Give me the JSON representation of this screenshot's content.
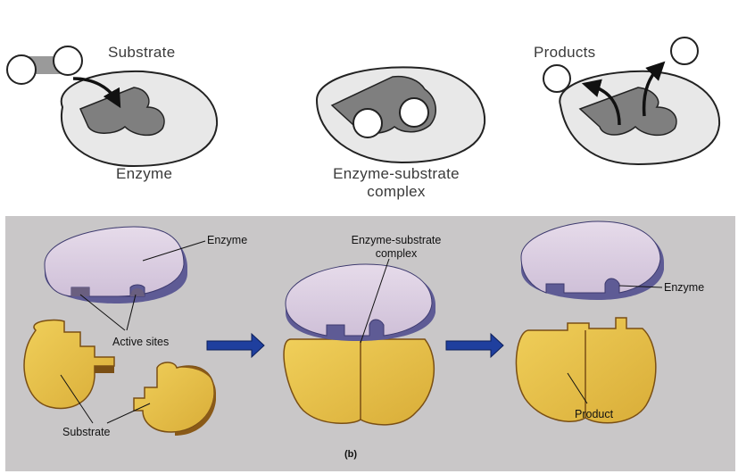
{
  "top_panel": {
    "stage1": {
      "substrate_label": "Substrate",
      "enzyme_label": "Enzyme"
    },
    "stage2": {
      "complex_label_line1": "Enzyme-substrate",
      "complex_label_line2": "complex"
    },
    "stage3": {
      "products_label": "Products"
    }
  },
  "bottom_panel": {
    "panel_tag": "(b)",
    "stage1": {
      "enzyme_label": "Enzyme",
      "active_sites_label": "Active sites",
      "substrate_label": "Substrate"
    },
    "stage2": {
      "complex_label_line1": "Enzyme-substrate",
      "complex_label_line2": "complex"
    },
    "stage3": {
      "enzyme_label": "Enzyme",
      "product_label": "Product"
    }
  },
  "colors": {
    "top_background": "#ffffff",
    "bottom_background": "#c9c7c8",
    "enzyme_light_gray": "#e6e6e6",
    "active_site_dark_gray": "#7a7a7a",
    "enzyme_lavender": "#d9cbe0",
    "enzyme_purple_edge": "#5e5b95",
    "substrate_yellow": "#e4bf48",
    "substrate_brown_edge": "#7a4f14",
    "arrow_blue": "#1f3f9e"
  }
}
